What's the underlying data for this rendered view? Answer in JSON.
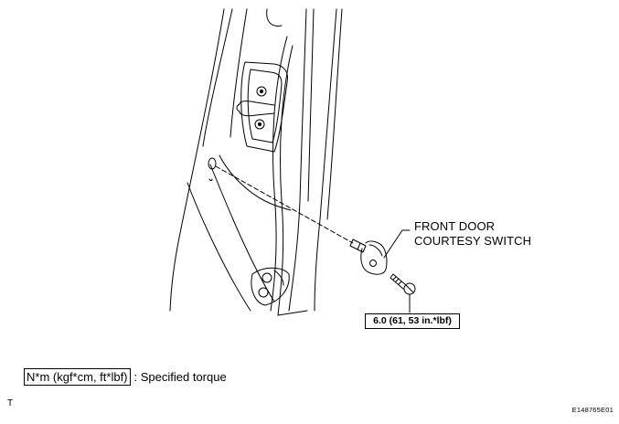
{
  "callout": {
    "line1": "FRONT DOOR",
    "line2": "COURTESY SWITCH"
  },
  "torque_spec": "6.0 (61, 53 in.*lbf)",
  "legend": {
    "unit_box": "N*m (kgf*cm, ft*lbf)",
    "description": ": Specified torque"
  },
  "corner_mark": "T",
  "figure_id": "E148765E01"
}
